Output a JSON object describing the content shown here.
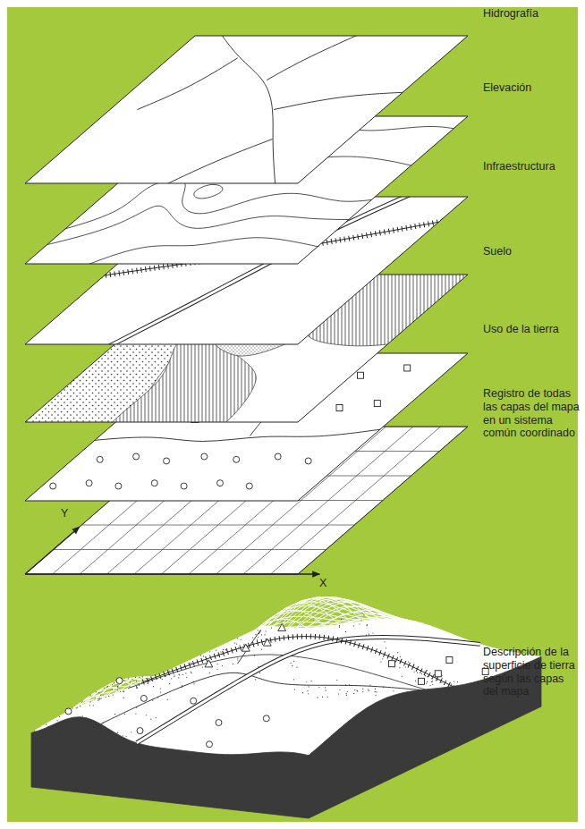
{
  "diagram": {
    "labels": [
      "Hidrografía",
      "Elevación",
      "Infraestructura",
      "Suelo",
      "Uso de la tierra",
      "Registro de todas las capas del mapa en un sistema común coordinado",
      "Y",
      "X",
      "Descripción de la superficie de tierra según las capas del mapa"
    ]
  }
}
